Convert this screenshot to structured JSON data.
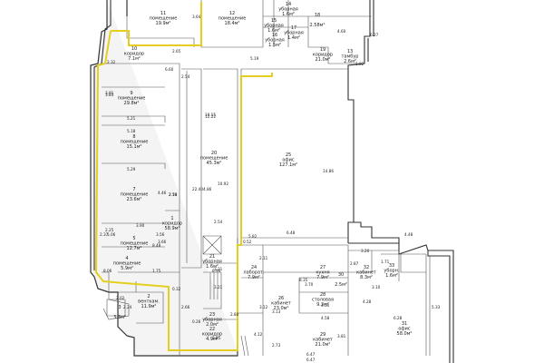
{
  "rooms": [
    {
      "id": "r11",
      "num": "11",
      "name": "помещение",
      "area": "19.9м²"
    },
    {
      "id": "r12",
      "num": "12",
      "name": "помещение",
      "area": "18.4м²"
    },
    {
      "id": "r10",
      "num": "10",
      "name": "коридор",
      "area": "7.1м²"
    },
    {
      "id": "r9",
      "num": "9",
      "name": "помещение",
      "area": "29.8м²"
    },
    {
      "id": "r8",
      "num": "8",
      "name": "помещение",
      "area": "15.1м²"
    },
    {
      "id": "r7",
      "num": "7",
      "name": "помещение",
      "area": "23.6м²"
    },
    {
      "id": "r1",
      "num": "1",
      "name": "коридор",
      "area": "58.9м²"
    },
    {
      "id": "r5",
      "num": "5",
      "name": "помещение",
      "area": "12.7м²"
    },
    {
      "id": "r4",
      "num": "4",
      "name": "помещение",
      "area": "5.9м²"
    },
    {
      "id": "r2",
      "num": "2",
      "name": "венткам.",
      "area": "11.9м²"
    },
    {
      "id": "r3",
      "num": "3",
      "name": "",
      "area": "3.3м²"
    },
    {
      "id": "r20",
      "num": "20",
      "name": "помещение",
      "area": "45.3м²"
    },
    {
      "id": "r21",
      "num": "21",
      "name": "уборная",
      "area": "1.6м²"
    },
    {
      "id": "r22",
      "num": "22",
      "name": "коридор",
      "area": "4.9м²"
    },
    {
      "id": "r23",
      "num": "23",
      "name": "уборная",
      "area": "2.0м²"
    },
    {
      "id": "r25",
      "num": "25",
      "name": "офис",
      "area": "127.1м²"
    },
    {
      "id": "r24",
      "num": "24",
      "name": "лаборат.",
      "area": "7.9м²"
    },
    {
      "id": "r26",
      "num": "26",
      "name": "кабинет",
      "area": "23.0м²"
    },
    {
      "id": "r27",
      "num": "27",
      "name": "кухня",
      "area": "7.9м²"
    },
    {
      "id": "r28",
      "num": "28",
      "name": "столовая",
      "area": "9.3м²"
    },
    {
      "id": "r29",
      "num": "29",
      "name": "кабинет",
      "area": "21.0м²"
    },
    {
      "id": "r30",
      "num": "30",
      "name": "",
      "area": "2.5м²"
    },
    {
      "id": "r31",
      "num": "31",
      "name": "офис",
      "area": "58.0м²"
    },
    {
      "id": "r32",
      "num": "32",
      "name": "кабинет",
      "area": "8.3м²"
    },
    {
      "id": "r33",
      "num": "33",
      "name": "уборн.",
      "area": "1.6м²"
    },
    {
      "id": "r14",
      "num": "14",
      "name": "уборная",
      "area": "1.6м²"
    },
    {
      "id": "r15",
      "num": "15",
      "name": "уборная",
      "area": "1.6м²"
    },
    {
      "id": "r16",
      "num": "16",
      "name": "уборная",
      "area": "1.5м²"
    },
    {
      "id": "r17",
      "num": "17",
      "name": "уборная",
      "area": "1.4м²"
    },
    {
      "id": "r18",
      "num": "18",
      "name": "",
      "area": "2.58м²"
    },
    {
      "id": "r19",
      "num": "19",
      "name": "коридор",
      "area": "21.0м²"
    },
    {
      "id": "r13",
      "num": "13",
      "name": "тамбур",
      "area": "2.6м²"
    }
  ],
  "dims": [
    "3.64",
    "5.19",
    "3.91",
    "6.27",
    "2.32",
    "2.65",
    "6.60",
    "2.54",
    "3.83",
    "5.21",
    "5.18",
    "5.29",
    "3.90",
    "2.25",
    "3.56",
    "5.06",
    "4.46",
    "2.74",
    "22.40",
    "12.22",
    "10.15",
    "10.92",
    "2.54",
    "3.66",
    "2.56",
    "2.37",
    "4.86",
    "2.66",
    "8.48",
    "1.75",
    "8.06",
    "2.24",
    "2.02",
    "0.32",
    "3.85",
    "3.21",
    "0.26",
    "2.80",
    "8.94",
    "1.21",
    "0.52",
    "5.82",
    "6.48",
    "14.86",
    "2.11",
    "3.12",
    "3.20",
    "4.12",
    "3.13",
    "2.73",
    "3.70",
    "4.50",
    "6.47",
    "3.81",
    "4.58",
    "6.28",
    "4.28",
    "8.35",
    "3.10",
    "4.48",
    "5.33",
    "6.47",
    "2.87",
    "1.82",
    "4.60",
    "1.71"
  ]
}
